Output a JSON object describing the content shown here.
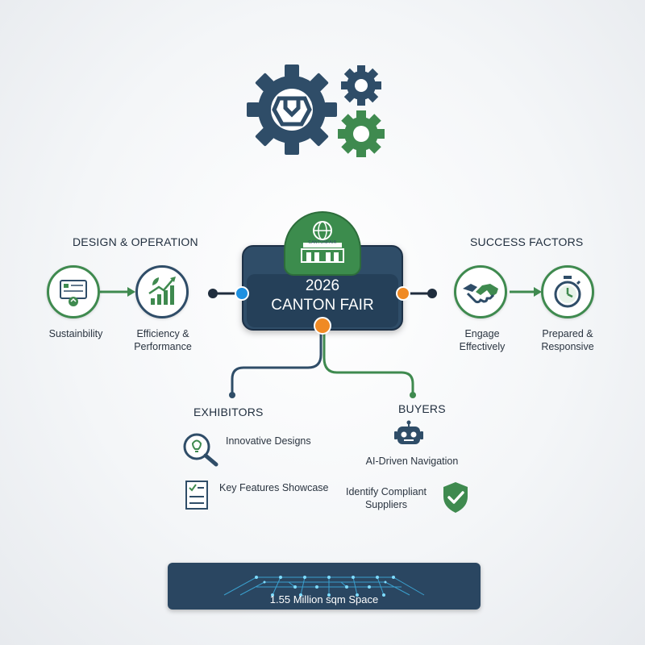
{
  "hub": {
    "title_line1": "2026",
    "title_line2": "CANTON FAIR",
    "badge_sign": "CANTONFAIR"
  },
  "design_operation": {
    "title": "DESIGN & OPERATION",
    "items": [
      {
        "label": "Sustainbility",
        "icon": "sustainability-icon"
      },
      {
        "label_line1": "Efficiency &",
        "label_line2": "Performance",
        "icon": "growth-chart-icon"
      }
    ]
  },
  "success_factors": {
    "title": "SUCCESS FACTORS",
    "items": [
      {
        "label_line1": "Engage",
        "label_line2": "Effectively",
        "icon": "handshake-icon"
      },
      {
        "label_line1": "Prepared &",
        "label_line2": "Responsive",
        "icon": "stopwatch-icon"
      }
    ]
  },
  "exhibitors": {
    "title": "EXHIBITORS",
    "items": [
      {
        "label": "Innovative Designs",
        "icon": "lightbulb-magnifier-icon"
      },
      {
        "label": "Key Features Showcase",
        "icon": "checklist-icon"
      }
    ]
  },
  "buyers": {
    "title": "BUYERS",
    "items": [
      {
        "label": "AI-Driven Navigation",
        "icon": "robot-icon"
      },
      {
        "label_line1": "Identify Compliant",
        "label_line2": "Suppliers",
        "icon": "shield-check-icon"
      }
    ]
  },
  "footer": {
    "label": "1.55 Million sqm Space"
  },
  "colors": {
    "navy": "#2f4d68",
    "green": "#3f8a4f",
    "orange": "#f08a24",
    "blue_dot": "#1e90e0"
  }
}
